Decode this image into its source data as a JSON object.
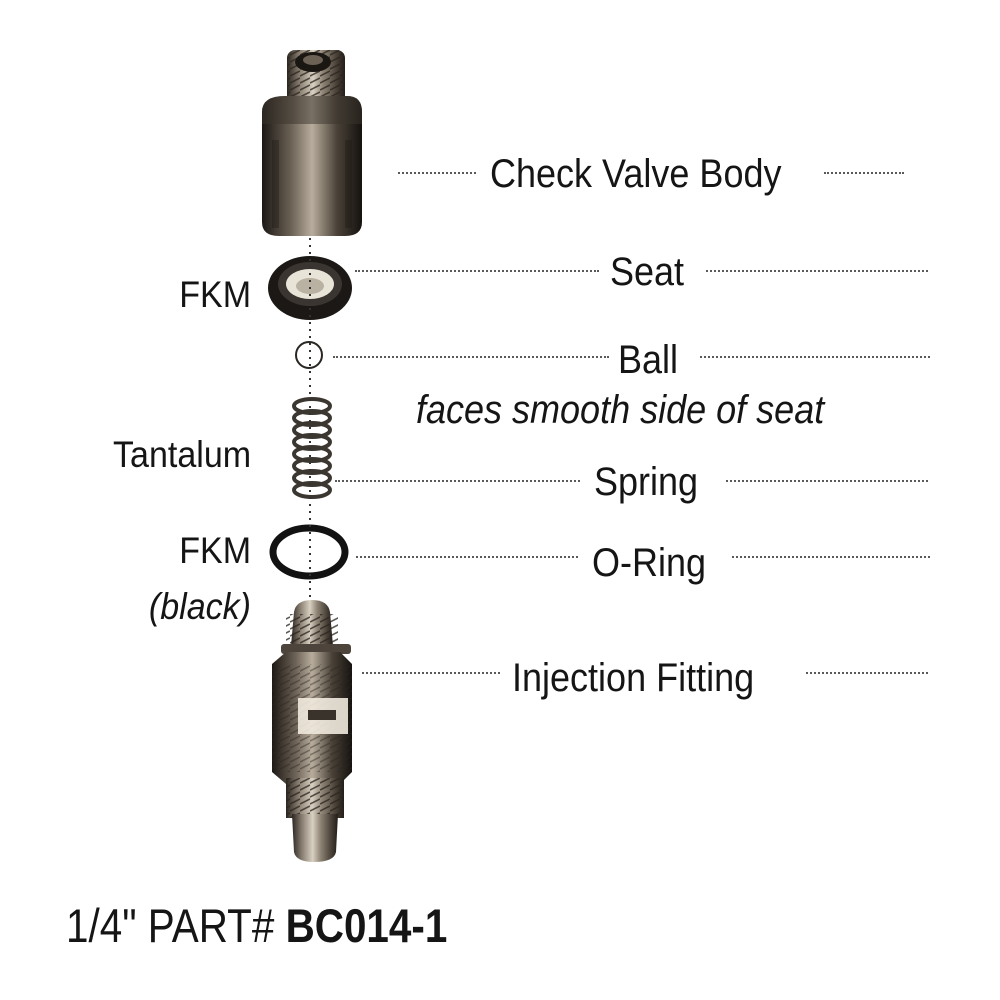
{
  "parts": [
    {
      "id": "check-valve-body",
      "label": "Check Valve Body"
    },
    {
      "id": "seat",
      "label": "Seat"
    },
    {
      "id": "ball",
      "label": "Ball",
      "note": "faces smooth side of seat"
    },
    {
      "id": "spring",
      "label": "Spring"
    },
    {
      "id": "o-ring",
      "label": "O-Ring"
    },
    {
      "id": "injection-fitting",
      "label": "Injection Fitting"
    }
  ],
  "materials": {
    "seat": "FKM",
    "spring": "Tantalum",
    "o_ring": "FKM",
    "o_ring_note": "(black)"
  },
  "footer": {
    "size": "1/4\"",
    "part_label": "PART#",
    "part_number": "BC014-1"
  }
}
